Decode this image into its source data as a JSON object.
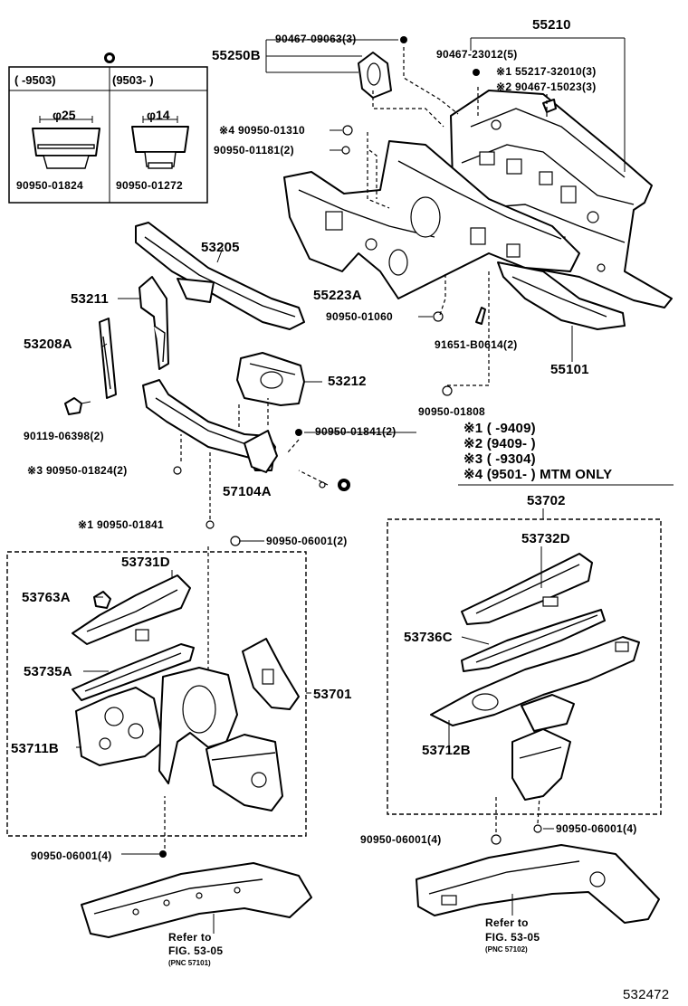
{
  "inset_box": {
    "header_left": "(        -9503)",
    "header_right": "(9503-        )",
    "left_size": "φ25",
    "right_size": "φ14",
    "left_part": "90950-01824",
    "right_part": "90950-01272"
  },
  "labels": {
    "p55210": "55210",
    "p55250B": "55250B",
    "p90467_09063": "90467-09063(3)",
    "p90467_23012": "90467-23012(5)",
    "p55217": "※1 55217-32010(3)",
    "p90467_15023": "※2 90467-15023(3)",
    "p90950_01310": "※4 90950-01310",
    "p90950_01181": "90950-01181(2)",
    "p53205": "53205",
    "p53211": "53211",
    "p55223A": "55223A",
    "p53208A": "53208A",
    "p90950_01060": "90950-01060",
    "p91651": "91651-B0614(2)",
    "p55101": "55101",
    "p53212": "53212",
    "p90950_01808": "90950-01808",
    "p90119": "90119-06398(2)",
    "p90950_01841_2": "90950-01841(2)",
    "p90950_01824_2": "※3 90950-01824(2)",
    "p57104A": "57104A",
    "p90950_01841": "※1 90950-01841",
    "p53702": "53702",
    "p90950_06001_2": "90950-06001(2)",
    "p53731D": "53731D",
    "p53763A": "53763A",
    "p53732D": "53732D",
    "p53735A": "53735A",
    "p53736C": "53736C",
    "p53701": "53701",
    "p53711B": "53711B",
    "p53712B": "53712B",
    "p90950_06001_4a": "90950-06001(4)",
    "p90950_06001_4b": "90950-06001(4)",
    "p90950_06001_4c": "90950-06001(4)",
    "refer_left_1": "Refer to",
    "refer_left_2": "FIG. 53-05",
    "refer_left_3": "(PNC 57101)",
    "refer_right_1": "Refer to",
    "refer_right_2": "FIG. 53-05",
    "refer_right_3": "(PNC 57102)",
    "diagram_id": "532472"
  },
  "legend": [
    {
      "mark": "※1",
      "range": "(        -9409)"
    },
    {
      "mark": "※2",
      "range": "(9409-        )"
    },
    {
      "mark": "※3",
      "range": "(        -9304)"
    },
    {
      "mark": "※4",
      "range": "(9501-        ) MTM ONLY"
    }
  ]
}
